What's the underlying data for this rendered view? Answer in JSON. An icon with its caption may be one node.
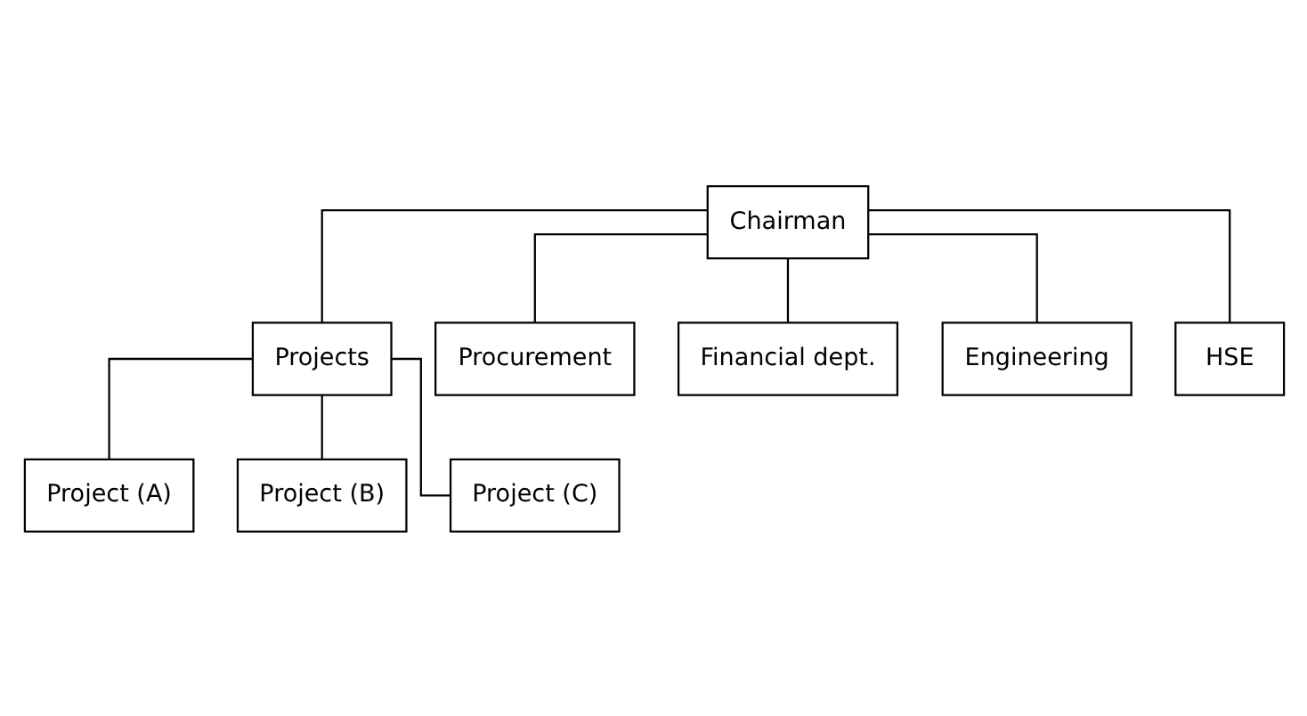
{
  "diagram": {
    "nodes": [
      {
        "text": [
          "Chairman"
        ]
      },
      {
        "text": [
          "Projects"
        ]
      },
      {
        "text": [
          "Procurement"
        ]
      },
      {
        "text": [
          "Financial dept."
        ]
      },
      {
        "text": [
          "Engineering"
        ]
      },
      {
        "text": [
          "HSE"
        ]
      },
      {
        "text": [
          "Project (A)"
        ]
      },
      {
        "text": [
          "Project (B)"
        ]
      },
      {
        "text": [
          "Project (C)"
        ]
      }
    ],
    "edges": [
      {
        "from": 0,
        "to": 1,
        "arrow": "none"
      },
      {
        "from": 0,
        "to": 2,
        "arrow": "none"
      },
      {
        "from": 0,
        "to": 3,
        "arrow": "none"
      },
      {
        "from": 0,
        "to": 4,
        "arrow": "none"
      },
      {
        "from": 0,
        "to": 5,
        "arrow": "none"
      },
      {
        "from": 1,
        "to": 6,
        "arrow": "none"
      },
      {
        "from": 1,
        "to": 7,
        "arrow": "none"
      },
      {
        "from": 1,
        "to": 8,
        "arrow": "none"
      }
    ]
  }
}
